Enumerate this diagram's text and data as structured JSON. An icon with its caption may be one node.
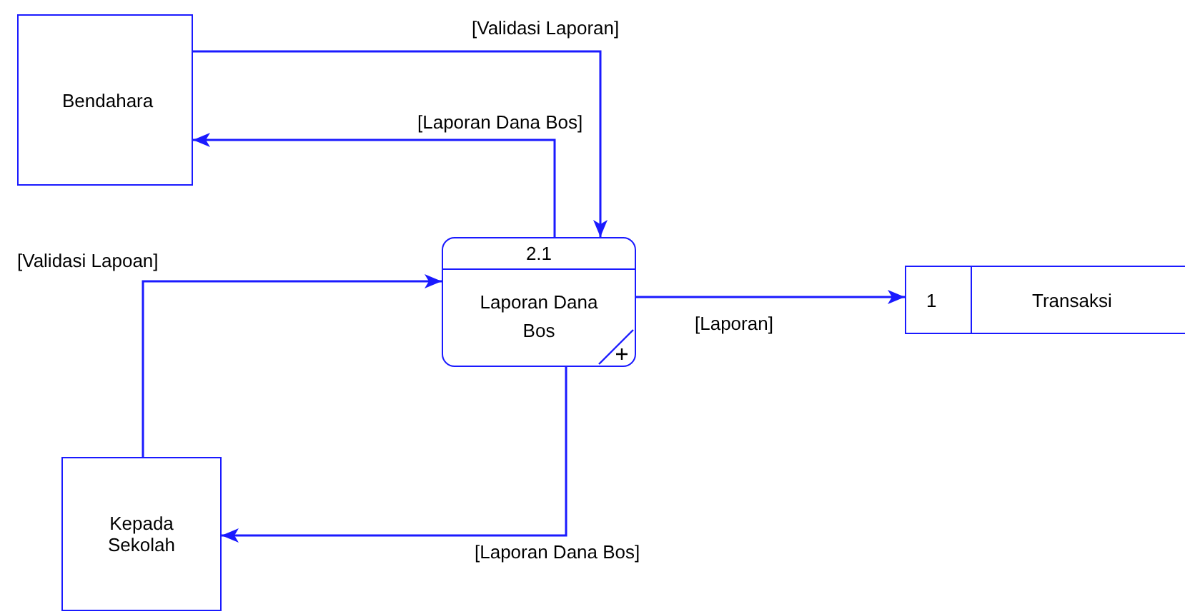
{
  "diagram": {
    "nodes": [
      {
        "text": [
          "Bendahara"
        ]
      },
      {
        "text": [
          "2.1",
          "Laporan Dana Bos"
        ]
      },
      {
        "text": [
          "1",
          "Transaksi"
        ]
      },
      {
        "text": [
          "Kepada Sekolah"
        ]
      }
    ],
    "edges": [
      {
        "from": 0,
        "to": 1,
        "arrow": "to",
        "label": "[Validasi Laporan]"
      },
      {
        "from": 1,
        "to": 0,
        "arrow": "to",
        "label": "[Laporan Dana Bos]"
      },
      {
        "from": 3,
        "to": 1,
        "arrow": "to",
        "label": "[Validasi Lapoan]"
      },
      {
        "from": 1,
        "to": 2,
        "arrow": "to",
        "label": "[Laporan]"
      },
      {
        "from": 1,
        "to": 3,
        "arrow": "to",
        "label": "[Laporan Dana Bos]"
      }
    ]
  }
}
